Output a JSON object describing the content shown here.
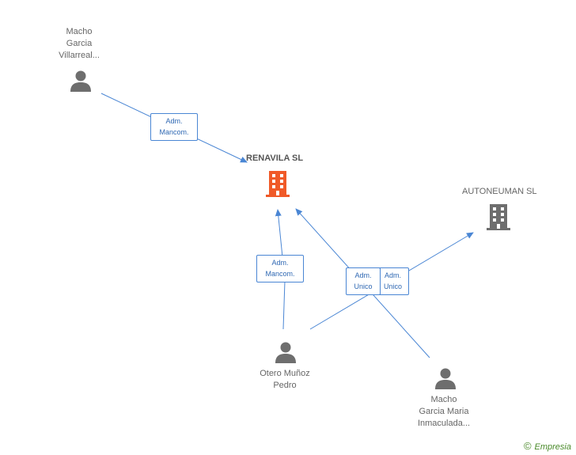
{
  "colors": {
    "edge": "#4a86d4",
    "person_icon": "#6e6e6e",
    "main_company": "#f05a28",
    "other_company": "#6e6e6e"
  },
  "nodes": {
    "person_top": {
      "label": "Macho\nGarcia\nVillarreal...",
      "icon": "person-icon"
    },
    "person_bottom": {
      "label": "Otero Muñoz\nPedro",
      "icon": "person-icon"
    },
    "person_right": {
      "label": "Macho\nGarcia Maria\nInmaculada...",
      "icon": "person-icon"
    },
    "company_main": {
      "label": "RENAVILA SL",
      "icon": "building-icon"
    },
    "company_other": {
      "label": "AUTONEUMAN SL",
      "icon": "building-icon"
    }
  },
  "roles": {
    "r1": {
      "line1": "Adm.",
      "line2": "Mancom."
    },
    "r2": {
      "line1": "Adm.",
      "line2": "Mancom."
    },
    "r3": {
      "line1": "Adm.",
      "line2": "Unico"
    },
    "r4": {
      "line1": "Adm.",
      "line2": "Unico"
    }
  },
  "brand": {
    "copyright": "©",
    "name": "Empresia"
  }
}
